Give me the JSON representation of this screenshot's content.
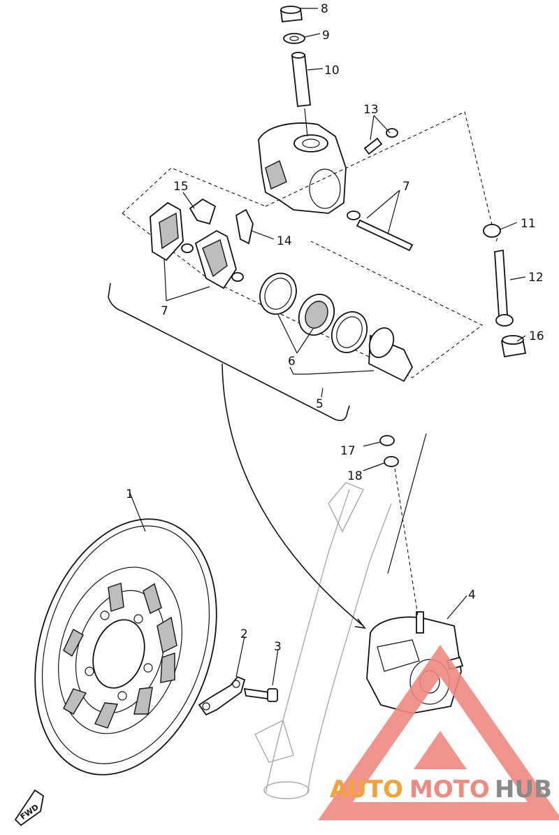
{
  "callouts": {
    "c1": "1",
    "c2": "2",
    "c3": "3",
    "c4": "4",
    "c5": "5",
    "c6": "6",
    "c7a": "7",
    "c7b": "7",
    "c8": "8",
    "c9": "9",
    "c10": "10",
    "c11": "11",
    "c12": "12",
    "c13": "13",
    "c14": "14",
    "c15": "15",
    "c16": "16",
    "c17": "17",
    "c18": "18"
  },
  "fwd_label": "FWD",
  "watermark": {
    "text_a": "AUTO",
    "text_b": "MOTO",
    "text_c": "HUB",
    "color_a": "#f4a13a",
    "color_b": "#f08a80",
    "color_c": "#8a8a8a",
    "logo_color": "#f08a80"
  }
}
